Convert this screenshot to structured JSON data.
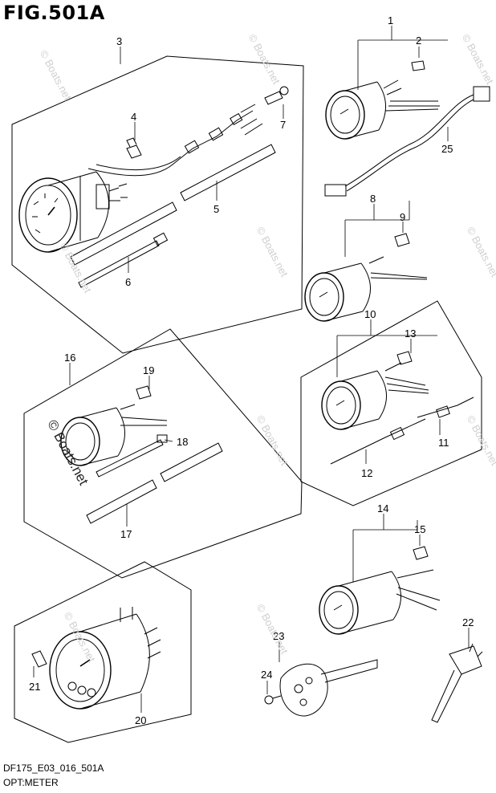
{
  "figure": {
    "title": "FIG.501A",
    "caption_line1": "DF175_E03_016_501A",
    "caption_line2": "OPT:METER"
  },
  "watermark": {
    "text": "© Boats.net"
  },
  "part_numbers": [
    "1",
    "2",
    "3",
    "4",
    "5",
    "6",
    "7",
    "8",
    "9",
    "10",
    "11",
    "12",
    "13",
    "14",
    "15",
    "16",
    "17",
    "18",
    "19",
    "20",
    "21",
    "22",
    "23",
    "24",
    "25"
  ]
}
